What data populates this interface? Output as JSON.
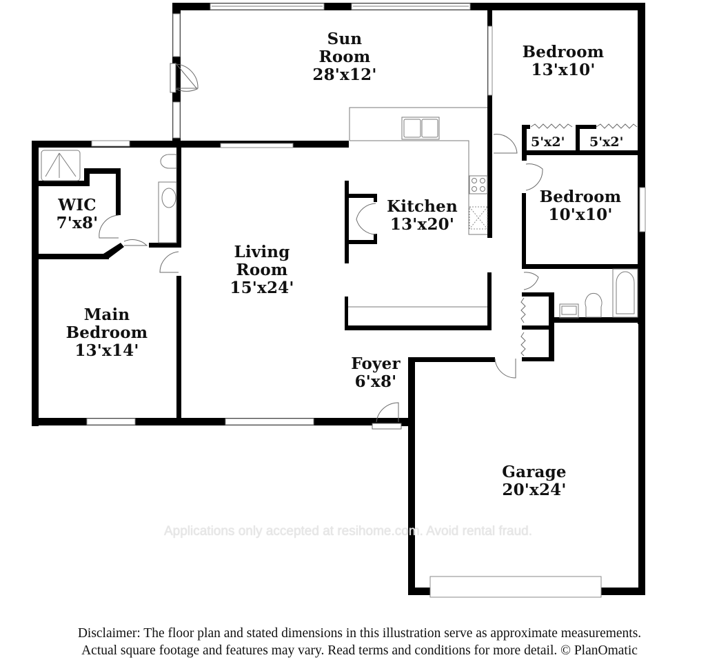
{
  "floor_plan": {
    "rooms": [
      {
        "id": "sun-room",
        "name_lines": [
          "Sun",
          "Room"
        ],
        "dimensions": "28'x12'"
      },
      {
        "id": "bedroom-1",
        "name_lines": [
          "Bedroom"
        ],
        "dimensions": "13'x10'"
      },
      {
        "id": "closet-1",
        "name_lines": [],
        "dimensions": "5'x2'"
      },
      {
        "id": "closet-2",
        "name_lines": [],
        "dimensions": "5'x2'"
      },
      {
        "id": "bedroom-2",
        "name_lines": [
          "Bedroom"
        ],
        "dimensions": "10'x10'"
      },
      {
        "id": "wic",
        "name_lines": [
          "WIC"
        ],
        "dimensions": "7'x8'"
      },
      {
        "id": "kitchen",
        "name_lines": [
          "Kitchen"
        ],
        "dimensions": "13'x20'"
      },
      {
        "id": "living-room",
        "name_lines": [
          "Living",
          "Room"
        ],
        "dimensions": "15'x24'"
      },
      {
        "id": "main-bedroom",
        "name_lines": [
          "Main",
          "Bedroom"
        ],
        "dimensions": "13'x14'"
      },
      {
        "id": "foyer",
        "name_lines": [
          "Foyer"
        ],
        "dimensions": "6'x8'"
      },
      {
        "id": "garage",
        "name_lines": [
          "Garage"
        ],
        "dimensions": "20'x24'"
      }
    ],
    "fixtures": [
      "shower-icon",
      "toilet-icon",
      "sink-icon",
      "double-sink-icon",
      "stove-icon",
      "bathtub-icon",
      "door-swing-icon",
      "bifold-door-icon",
      "window-icon",
      "garage-door-icon"
    ],
    "colors": {
      "wall": "#000000",
      "background": "#ffffff",
      "fixture_line": "#7a7a7a",
      "watermark": "#e6e6e6"
    }
  },
  "watermark": "Applications only accepted at resihome.com. Avoid rental fraud.",
  "disclaimer": {
    "line1": "Disclaimer: The floor plan and stated dimensions in this illustration serve as approximate measurements.",
    "line2": "Actual square footage and features may vary. Read terms and conditions for more detail. © PlanOmatic"
  }
}
